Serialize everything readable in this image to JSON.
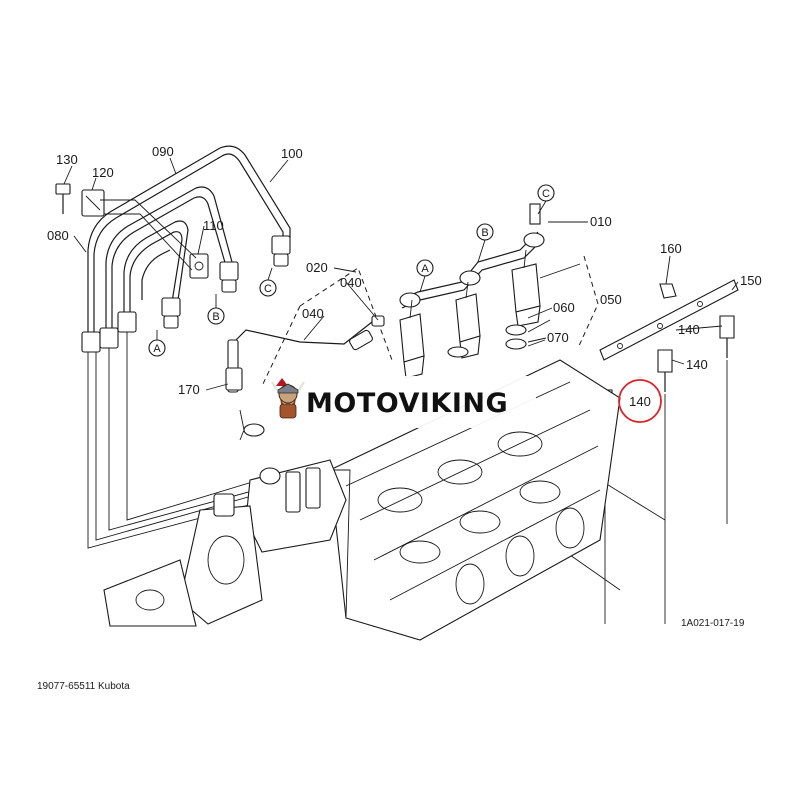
{
  "callouts": {
    "c130": "130",
    "c120": "120",
    "c090": "090",
    "c100": "100",
    "c080": "080",
    "c110": "110",
    "c020": "020",
    "c040a": "040",
    "c040b": "040",
    "c010": "010",
    "c160": "160",
    "c150": "150",
    "c060": "060",
    "c050": "050",
    "c070": "070",
    "c140a": "140",
    "c140b": "140",
    "c140c": "140",
    "c170": "170"
  },
  "letters": {
    "a1": "A",
    "b1": "B",
    "c1": "C",
    "a2": "A",
    "b2": "B",
    "c2": "C"
  },
  "highlight": {
    "label": "140",
    "color": "#d9242b"
  },
  "watermark": {
    "text": "MOTOVIKING"
  },
  "figure_code": "1A021-017-19",
  "part_caption": "19077-65511 Kubota"
}
